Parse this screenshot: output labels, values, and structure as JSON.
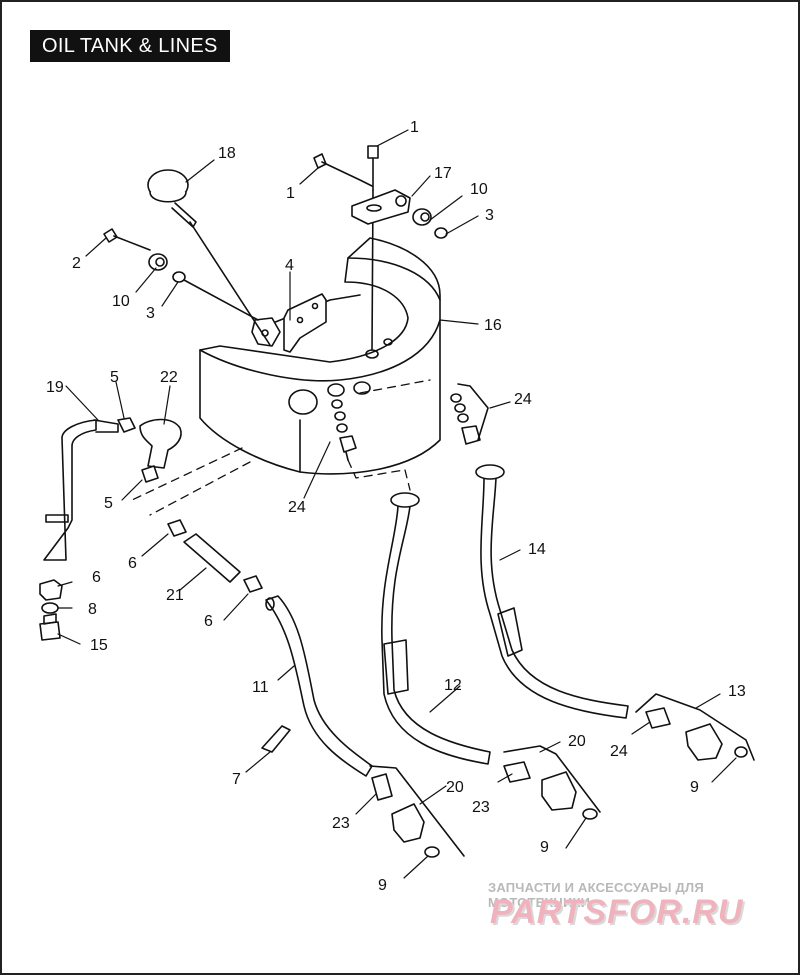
{
  "title": "OIL TANK & LINES",
  "callouts": [
    {
      "id": "c1a",
      "text": "1"
    },
    {
      "id": "c1b",
      "text": "1"
    },
    {
      "id": "c2",
      "text": "2"
    },
    {
      "id": "c3a",
      "text": "3"
    },
    {
      "id": "c3b",
      "text": "3"
    },
    {
      "id": "c4",
      "text": "4"
    },
    {
      "id": "c5a",
      "text": "5"
    },
    {
      "id": "c5b",
      "text": "5"
    },
    {
      "id": "c6a",
      "text": "6"
    },
    {
      "id": "c6b",
      "text": "6"
    },
    {
      "id": "c6c",
      "text": "6"
    },
    {
      "id": "c7",
      "text": "7"
    },
    {
      "id": "c8",
      "text": "8"
    },
    {
      "id": "c9a",
      "text": "9"
    },
    {
      "id": "c9b",
      "text": "9"
    },
    {
      "id": "c9c",
      "text": "9"
    },
    {
      "id": "c10a",
      "text": "10"
    },
    {
      "id": "c10b",
      "text": "10"
    },
    {
      "id": "c11",
      "text": "11"
    },
    {
      "id": "c12",
      "text": "12"
    },
    {
      "id": "c13",
      "text": "13"
    },
    {
      "id": "c14",
      "text": "14"
    },
    {
      "id": "c15",
      "text": "15"
    },
    {
      "id": "c16",
      "text": "16"
    },
    {
      "id": "c17",
      "text": "17"
    },
    {
      "id": "c18",
      "text": "18"
    },
    {
      "id": "c19",
      "text": "19"
    },
    {
      "id": "c20a",
      "text": "20"
    },
    {
      "id": "c20b",
      "text": "20"
    },
    {
      "id": "c21",
      "text": "21"
    },
    {
      "id": "c22",
      "text": "22"
    },
    {
      "id": "c23a",
      "text": "23"
    },
    {
      "id": "c23b",
      "text": "23"
    },
    {
      "id": "c24a",
      "text": "24"
    },
    {
      "id": "c24b",
      "text": "24"
    },
    {
      "id": "c24c",
      "text": "24"
    }
  ],
  "watermark": {
    "tagline": "ЗАПЧАСТИ И АКСЕССУАРЫ ДЛЯ МОТОТЕХНИКИ",
    "brand": "PARTSFOR.RU"
  }
}
